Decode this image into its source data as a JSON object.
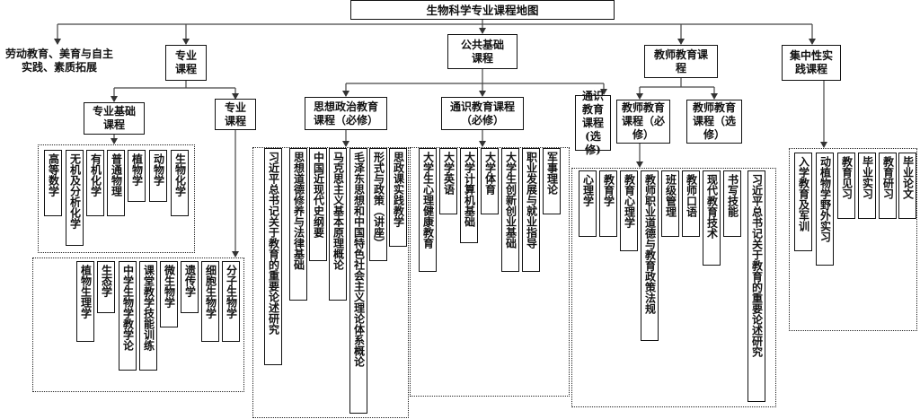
{
  "root": "生物科学专业课程地图",
  "l1": {
    "labor": "劳动教育、美育与自主实践、素质拓展",
    "major": "专业课程",
    "public": "公共基础课程",
    "teacher": "教师教育课程",
    "practice": "集中性实践课程"
  },
  "l2": {
    "major_basic": "专业基础课程",
    "major_course": "专业课程",
    "ideology": "思想政治教育课程（必修）",
    "general_req": "通识教育课程（必修）",
    "general_opt": "通识教育课程(选修)",
    "teacher_req": "教师教育课程（必修）",
    "teacher_opt": "教师教育课程（选修）"
  },
  "courses": {
    "major_basic": [
      "高等数学",
      "无机及分析化学",
      "有机化学",
      "普通物理",
      "植物学",
      "动物学",
      "生物化学"
    ],
    "major_course": [
      "植物生理学",
      "生态学",
      "中学生物学教学论",
      "课堂教学技能训练",
      "微生物学",
      "遗传学",
      "细胞生物学",
      "分子生物学"
    ],
    "ideology": [
      "习近平总书记关于教育的重要论述研究",
      "思想道德修养与法律基础",
      "中国近现代史纲要",
      "马克思主义基本原理概论",
      "毛泽东思想和中国特色社会主义理论体系概论",
      "形式与政策（讲座）",
      "思政课实践教学"
    ],
    "general": [
      "大学生心理健康教育",
      "大学英语",
      "大学计算机基础",
      "大学体育",
      "大学生创新创业基础",
      "职业发展与就业指导",
      "军事理论"
    ],
    "teacher": [
      "心理学",
      "教育学",
      "教育心理学",
      "教师职业道德与教育政策法规",
      "班级管理",
      "教师口语",
      "现代教育技术",
      "书写技能",
      "习近平总书记关于教育的重要论述研究"
    ],
    "practice": [
      "入学教育及军训",
      "动植物学野外实习",
      "教育见习",
      "毕业实习",
      "教育研习",
      "毕业论文"
    ]
  }
}
